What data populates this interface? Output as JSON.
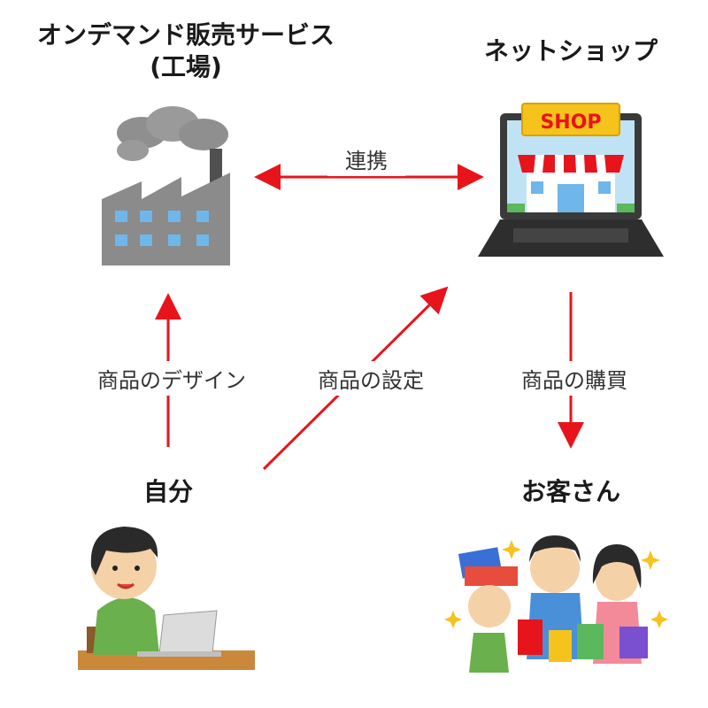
{
  "nodes": {
    "factory": {
      "title_line1": "オンデマンド販売サービス",
      "title_line2": "(工場)"
    },
    "shop": {
      "title": "ネットショップ",
      "sign": "SHOP"
    },
    "self": {
      "title": "自分"
    },
    "customers": {
      "title": "お客さん"
    }
  },
  "edges": {
    "link": "連携",
    "design": "商品のデザイン",
    "settings": "商品の設定",
    "purchase": "商品の購買"
  },
  "colors": {
    "arrow": "#e8141b",
    "factory": "#8a8a8a",
    "shirt": "#6ab04c"
  }
}
